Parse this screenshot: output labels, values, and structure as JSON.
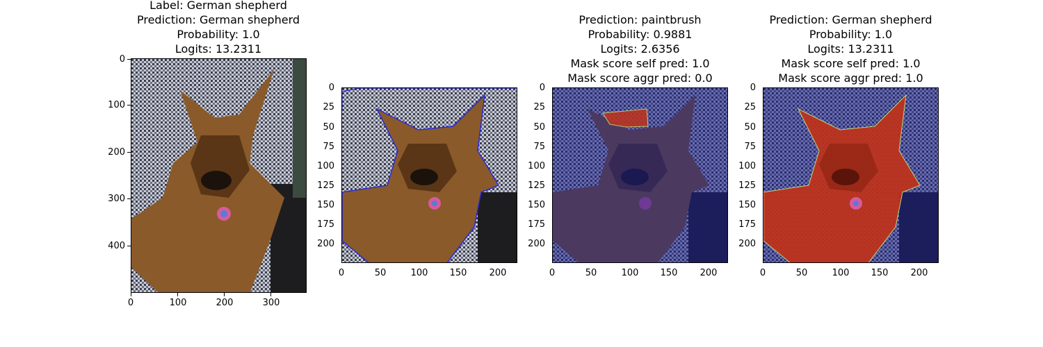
{
  "panels": [
    {
      "title_lines": [
        "Label: German shepherd",
        "Prediction: German shepherd",
        "Probability: 1.0",
        "Logits: 13.2311"
      ],
      "yticks": [
        "0",
        "100",
        "200",
        "300",
        "400"
      ],
      "xticks": [
        "0",
        "100",
        "200",
        "300"
      ],
      "image": "original photo of a German shepherd dog lying on a houndstooth couch"
    },
    {
      "title_lines": [],
      "yticks": [
        "0",
        "25",
        "50",
        "75",
        "100",
        "125",
        "150",
        "175",
        "200"
      ],
      "xticks": [
        "0",
        "50",
        "100",
        "150",
        "200"
      ],
      "image": "resized photo with blue outline of segmentation mask"
    },
    {
      "title_lines": [
        "Prediction: paintbrush",
        "Probability: 0.9881",
        "Logits: 2.6356",
        "Mask score self pred: 1.0",
        "Mask score aggr pred: 0.0"
      ],
      "yticks": [
        "0",
        "25",
        "50",
        "75",
        "100",
        "125",
        "150",
        "175",
        "200"
      ],
      "xticks": [
        "0",
        "50",
        "100",
        "150",
        "200"
      ],
      "image": "photo with blue overlay and small red mask region"
    },
    {
      "title_lines": [
        "Prediction: German shepherd",
        "Probability: 1.0",
        "Logits: 13.2311",
        "Mask score self pred: 1.0",
        "Mask score aggr pred: 1.0"
      ],
      "yticks": [
        "0",
        "25",
        "50",
        "75",
        "100",
        "125",
        "150",
        "175",
        "200"
      ],
      "xticks": [
        "0",
        "50",
        "100",
        "150",
        "200"
      ],
      "image": "photo with blue overlay and red mask over the dog"
    }
  ],
  "colors": {
    "dog_brown": "#8a5a2a",
    "mask_red": "#c0321a",
    "overlay_blue": "#1a1f8c",
    "outline_blue": "#2a2ad8"
  }
}
